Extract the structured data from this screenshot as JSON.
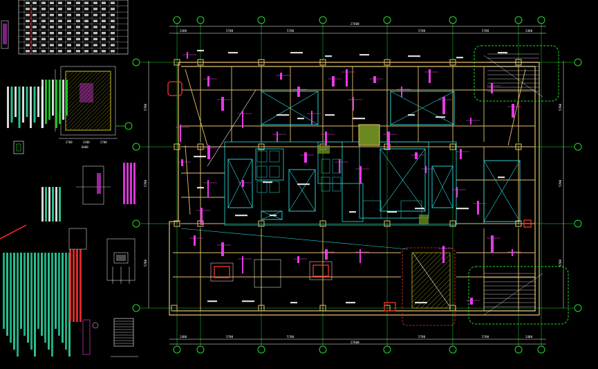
{
  "drawing": {
    "background": "#000000",
    "colors": {
      "axis": "#22e02a",
      "wall": "#e8c070",
      "shaft": "#2fe0e0",
      "dim": "#ff40ff",
      "red": "#ff3030",
      "text": "#ffffff",
      "note": "#30e0a0",
      "olive": "#9a9a20"
    },
    "grid_top_dimensions": [
      "2400",
      "5700",
      "5700",
      "5700",
      "5700",
      "2400"
    ],
    "grid_top_total": "27600",
    "grid_bottom_dimensions": [
      "2400",
      "5700",
      "5700",
      "5700",
      "5700",
      "2400"
    ],
    "grid_bottom_total": "27600",
    "grid_left_dimensions": [
      "5700",
      "5700",
      "5700"
    ],
    "grid_right_dimensions": [
      "5700",
      "5700",
      "5700"
    ],
    "detail_dimensions": [
      "2700",
      "3200",
      "2700",
      "8400"
    ],
    "note_block_count": 3
  }
}
